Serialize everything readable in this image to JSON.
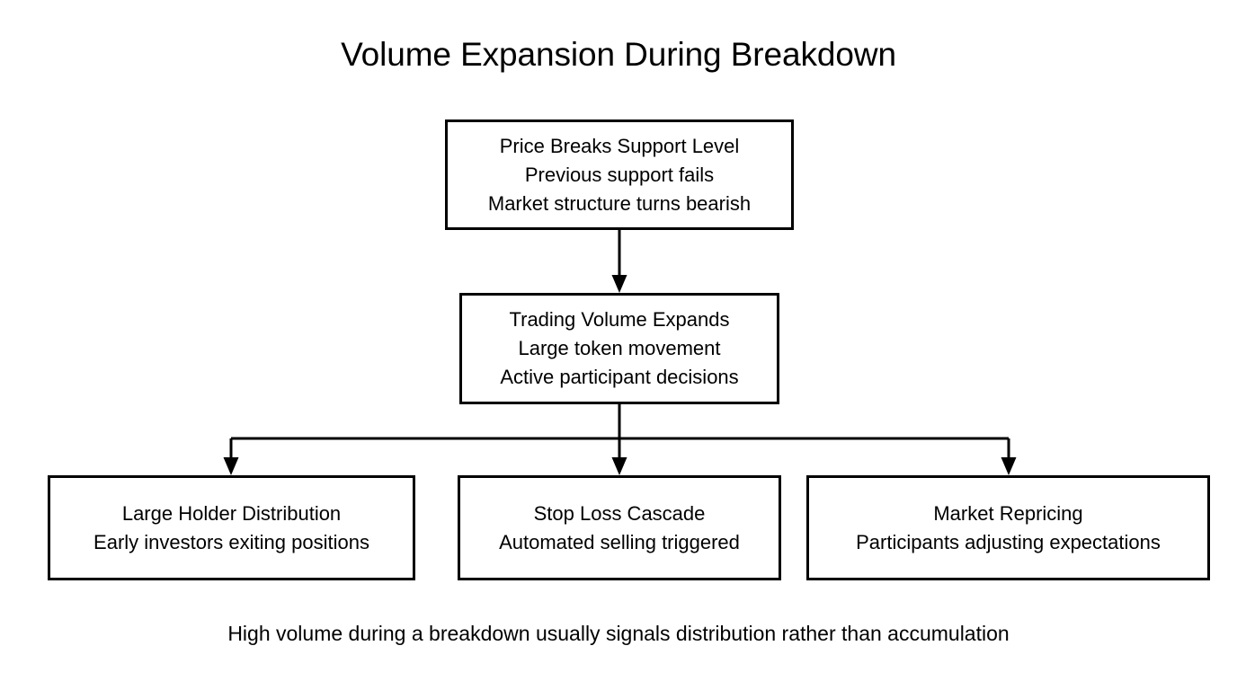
{
  "diagram": {
    "title": "Volume Expansion During Breakdown",
    "caption": "High volume during a breakdown usually signals distribution rather than accumulation",
    "type": "flowchart",
    "colors": {
      "background": "#ffffff",
      "box_border": "#000000",
      "box_fill": "#ffffff",
      "text": "#000000",
      "connector": "#000000"
    },
    "nodes": {
      "price_break": {
        "id": "price-break",
        "level": 1,
        "lines": [
          "Price Breaks Support Level",
          "Previous support fails",
          "Market structure turns bearish"
        ]
      },
      "volume_expands": {
        "id": "volume-expands",
        "level": 2,
        "lines": [
          "Trading Volume Expands",
          "Large token movement",
          "Active participant decisions"
        ]
      },
      "large_holder": {
        "id": "large-holder",
        "level": 3,
        "lines": [
          "Large Holder Distribution",
          "Early investors exiting positions"
        ]
      },
      "stop_loss": {
        "id": "stop-loss",
        "level": 3,
        "lines": [
          "Stop Loss Cascade",
          "Automated selling triggered"
        ]
      },
      "market_repricing": {
        "id": "market-repricing",
        "level": 3,
        "lines": [
          "Market Repricing",
          "Participants adjusting expectations"
        ]
      }
    },
    "edges": [
      {
        "from": "price_break",
        "to": "volume_expands",
        "style": "arrow-down"
      },
      {
        "from": "volume_expands",
        "to": "large_holder",
        "style": "elbow-arrow-down"
      },
      {
        "from": "volume_expands",
        "to": "stop_loss",
        "style": "arrow-down"
      },
      {
        "from": "volume_expands",
        "to": "market_repricing",
        "style": "elbow-arrow-down"
      }
    ]
  }
}
